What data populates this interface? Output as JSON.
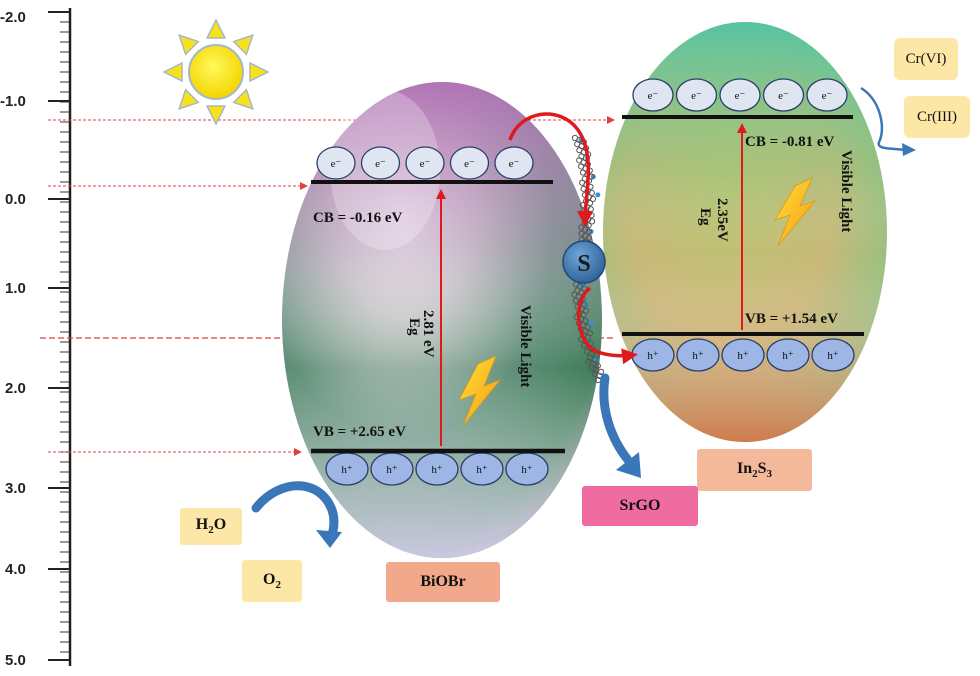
{
  "axis": {
    "ticks": [
      "-2.0",
      "-1.0",
      "0.0",
      "1.0",
      "2.0",
      "3.0",
      "4.0",
      "5.0"
    ]
  },
  "biobr": {
    "name": "BiOBr",
    "cb_label": "CB = -0.16 eV",
    "vb_label": "VB = +2.65 eV",
    "eg_symbol": "Eg",
    "eg_value": "2.81 eV",
    "light_label": "Visible Light",
    "electron": "e⁻",
    "hole": "h⁺"
  },
  "in2s3": {
    "name_main": "In",
    "name_sub1": "2",
    "name_mid": "S",
    "name_sub2": "3",
    "cb_label": "CB = -0.81 eV",
    "vb_label": "VB = +1.54 eV",
    "eg_symbol": "Eg",
    "eg_value": "2.35eV",
    "light_label": "Visible Light",
    "electron": "e⁻",
    "hole": "h⁺"
  },
  "srgo": {
    "name": "SrGO"
  },
  "scheme_label": "S",
  "species": {
    "h2o_main": "H",
    "h2o_sub": "2",
    "h2o_end": "O",
    "o2_main": "O",
    "o2_sub": "2",
    "cr6": "Cr(VI)",
    "cr3": "Cr(III)"
  },
  "colors": {
    "arrow_red": "#e0191c",
    "guide_red": "#e04040",
    "blue_arrow": "#3a77b8",
    "electron_fill": "#dfe6f2",
    "hole_fill": "#9eb6e6",
    "box_peach": "#f2a88a",
    "box_pink": "#f06ba0",
    "box_yellow": "#fde7a6"
  }
}
